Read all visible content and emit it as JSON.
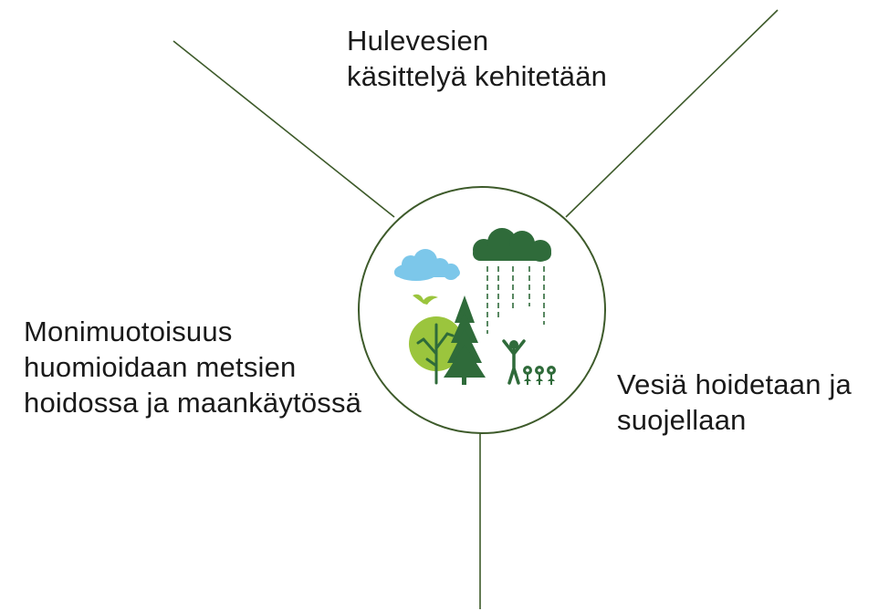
{
  "branches": {
    "top": {
      "lines": [
        "Hulevesien",
        "käsittelyä kehitetään"
      ]
    },
    "left": {
      "lines": [
        "Monimuotoisuus",
        "huomioidaan metsien",
        "hoidossa ja maankäytössä"
      ]
    },
    "right": {
      "lines": [
        "Vesiä hoidetaan ja",
        "suojellaan"
      ]
    }
  },
  "colors": {
    "line": "#3d5a2a",
    "dark_green": "#2f6b3a",
    "light_green": "#9bc53d",
    "sky_blue": "#7cc7ea"
  },
  "icons": [
    "rain-cloud-icon",
    "cloud-icon",
    "bird-icon",
    "tree-icon",
    "spruce-icon",
    "person-icon",
    "flowers-icon"
  ]
}
